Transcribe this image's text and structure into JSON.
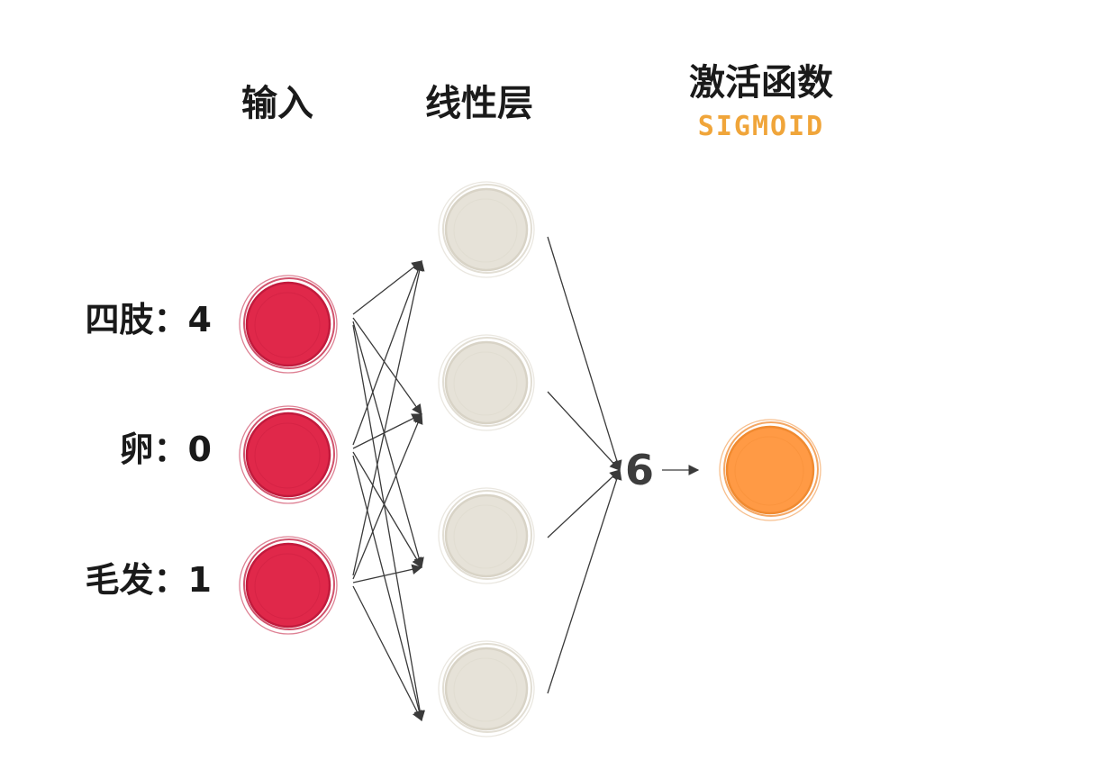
{
  "headers": {
    "input": "输入",
    "linear": "线性层",
    "activation": "激活函数",
    "activation_sub": "SIGMOID"
  },
  "inputs": [
    {
      "label": "四肢：4"
    },
    {
      "label": "卵：0"
    },
    {
      "label": "毛发：1"
    }
  ],
  "hidden_count": 4,
  "sum_value": "6",
  "colors": {
    "input_node": "#e0284a",
    "hidden_node": "#e6e2d8",
    "output_node": "#ff9a45",
    "subtitle": "#f0a53a",
    "edge": "#3a3a3a"
  }
}
